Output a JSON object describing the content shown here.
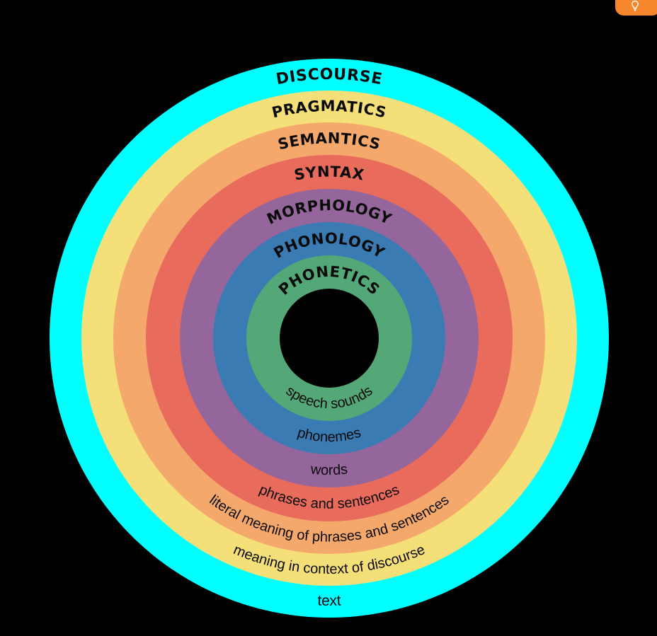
{
  "rings": [
    {
      "id": "discourse",
      "title": "DISCOURSE",
      "description": "text",
      "color": "#00ffff"
    },
    {
      "id": "pragmatics",
      "title": "PRAGMATICS",
      "description": "meaning in context of discourse",
      "color": "#f5df78"
    },
    {
      "id": "semantics",
      "title": "SEMANTICS",
      "description": "literal meaning of phrases and sentences",
      "color": "#f4a86b"
    },
    {
      "id": "syntax",
      "title": "SYNTAX",
      "description": "phrases and sentences",
      "color": "#e86b5c"
    },
    {
      "id": "morphology",
      "title": "MORPHOLOGY",
      "description": "words",
      "color": "#94669b"
    },
    {
      "id": "phonology",
      "title": "PHONOLOGY",
      "description": "phonemes",
      "color": "#3a7bb4"
    },
    {
      "id": "phonetics",
      "title": "PHONETICS",
      "description": "speech sounds",
      "color": "#54a877"
    }
  ],
  "background_color": "#000000",
  "center_color": "#000000",
  "corner_badge": {
    "icon": "lightbulb-icon",
    "color": "#f5862c"
  }
}
